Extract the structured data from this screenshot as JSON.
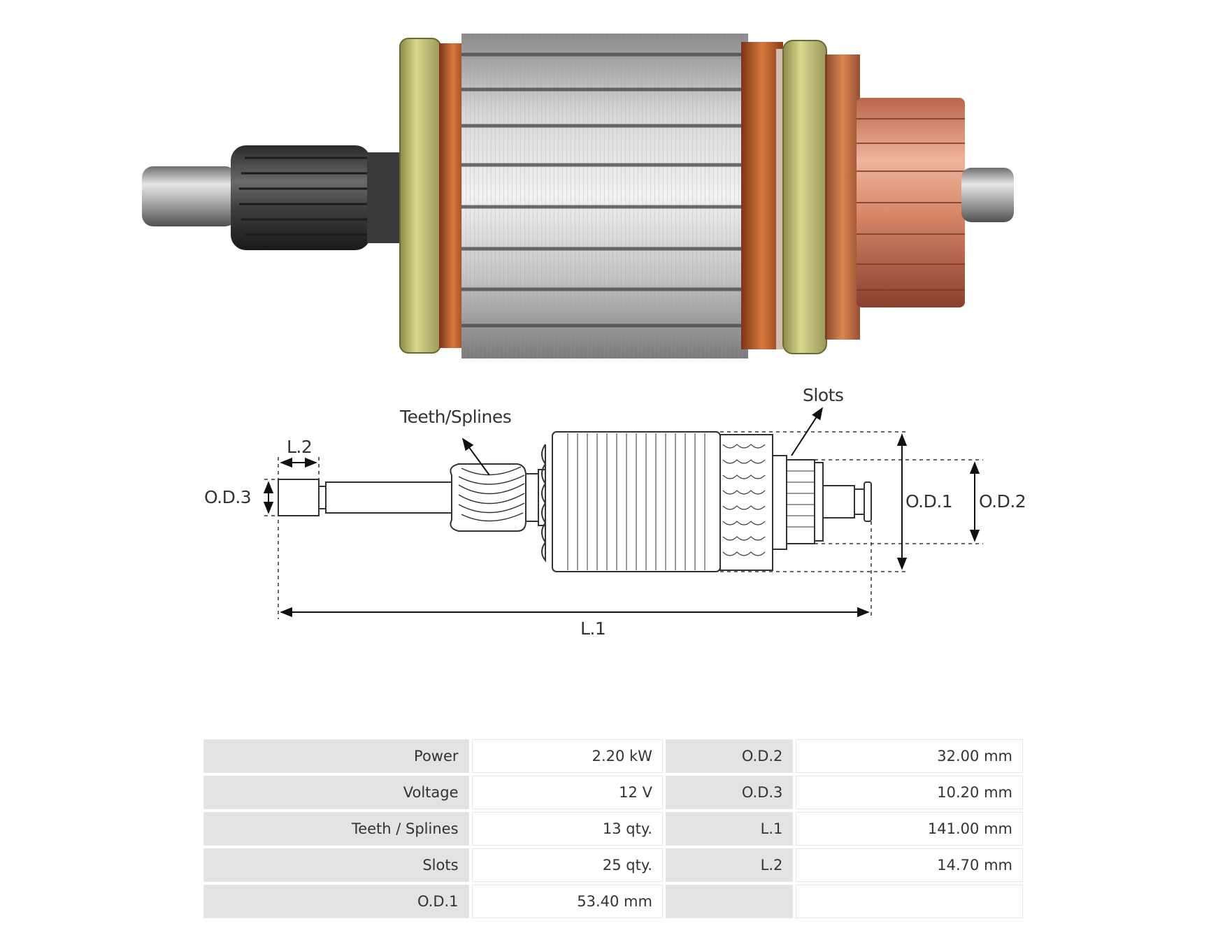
{
  "diagram": {
    "teeth_label": "Teeth/Splines",
    "slots_label": "Slots",
    "l2_label": "L.2",
    "od3_label": "O.D.3",
    "od1_label": "O.D.1",
    "od2_label": "O.D.2",
    "l1_label": "L.1"
  },
  "specs": [
    {
      "k1": "Power",
      "v1": "2.20 kW",
      "k2": "O.D.2",
      "v2": "32.00 mm"
    },
    {
      "k1": "Voltage",
      "v1": "12 V",
      "k2": "O.D.3",
      "v2": "10.20 mm"
    },
    {
      "k1": "Teeth / Splines",
      "v1": "13 qty.",
      "k2": "L.1",
      "v2": "141.00 mm"
    },
    {
      "k1": "Slots",
      "v1": "25 qty.",
      "k2": "L.2",
      "v2": "14.70 mm"
    },
    {
      "k1": "O.D.1",
      "v1": "53.40 mm",
      "k2": "",
      "v2": ""
    }
  ]
}
